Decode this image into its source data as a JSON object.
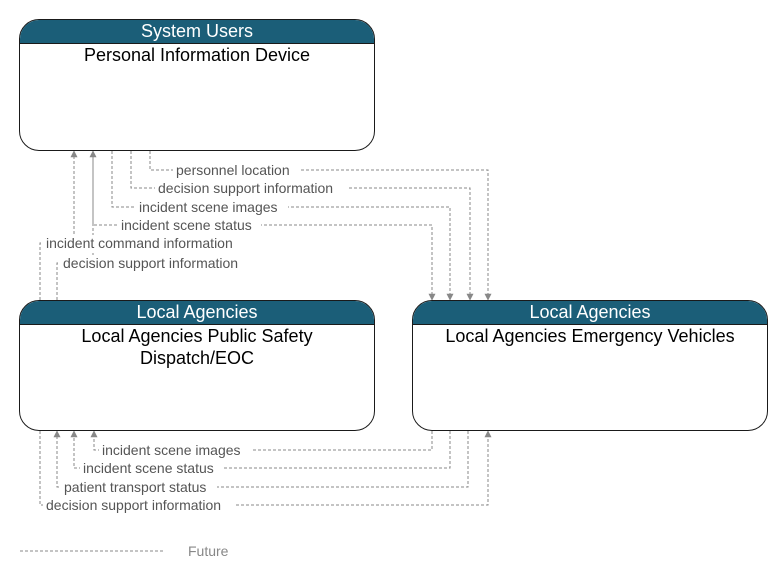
{
  "nodes": {
    "pid": {
      "stereotype": "System Users",
      "title": "Personal Information Device"
    },
    "psap": {
      "stereotype": "Local Agencies",
      "title": "Local Agencies Public Safety Dispatch/EOC"
    },
    "ev": {
      "stereotype": "Local Agencies",
      "title": "Local Agencies Emergency Vehicles"
    }
  },
  "flows": {
    "personnel_location": "personnel location",
    "decision_support_pid_ev": "decision support information",
    "incident_scene_images_pid_ev": "incident scene images",
    "incident_scene_status_pid_ev": "incident scene status",
    "incident_command_information": "incident command information",
    "decision_support_psap_pid": "decision support information",
    "incident_scene_images_ev_psap": "incident scene images",
    "incident_scene_status_ev_psap": "incident scene status",
    "patient_transport_status": "patient transport status",
    "decision_support_psap_ev": "decision support information"
  },
  "legend": {
    "future_label": "Future"
  },
  "colors": {
    "header": "#1b5e78",
    "flow_line": "#888888",
    "flow_text": "#555555"
  }
}
